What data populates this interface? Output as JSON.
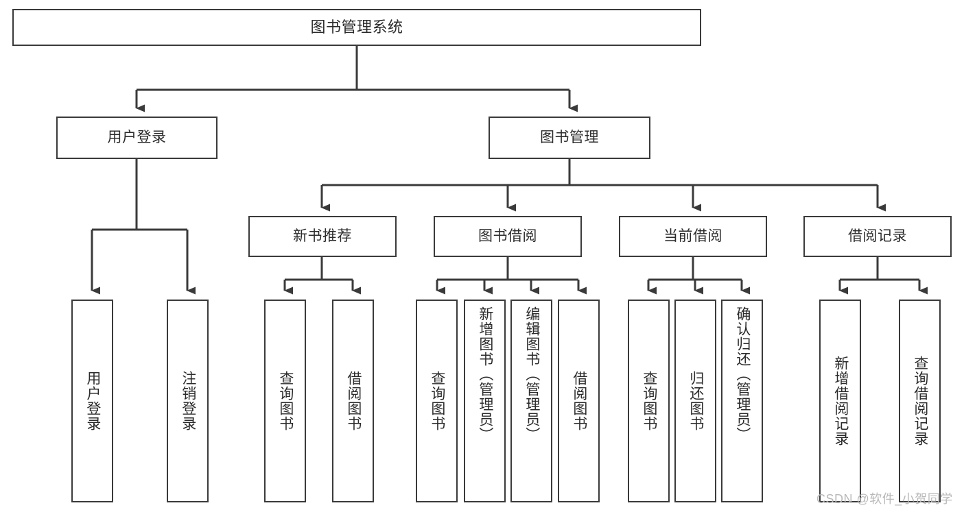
{
  "diagram": {
    "title": "图书管理系统",
    "type": "tree",
    "watermark": "CSDN @软件_小贺同学",
    "colors": {
      "box_border": "#3a3a3a",
      "box_fill": "#ffffff",
      "connector": "#3a3a3a",
      "text": "#2b2b2b",
      "watermark": "#b9b9b9",
      "background": "#ffffff"
    },
    "levels": {
      "root": "图书管理系统",
      "level2": [
        "用户登录",
        "图书管理"
      ],
      "level3": [
        "新书推荐",
        "图书借阅",
        "当前借阅",
        "借阅记录"
      ]
    },
    "nodes": {
      "root": {
        "label": "图书管理系统"
      },
      "user_login": {
        "label": "用户登录"
      },
      "book_manage": {
        "label": "图书管理"
      },
      "new_book_rec": {
        "label": "新书推荐"
      },
      "book_borrow": {
        "label": "图书借阅"
      },
      "current_borrow": {
        "label": "当前借阅"
      },
      "borrow_record": {
        "label": "借阅记录"
      }
    },
    "leaves": {
      "user_login": [
        {
          "label": "用户登录"
        },
        {
          "label": "注销登录"
        }
      ],
      "new_book_rec": [
        {
          "label": "查询图书"
        },
        {
          "label": "借阅图书"
        }
      ],
      "book_borrow": [
        {
          "label": "查询图书"
        },
        {
          "label": "新增图书（管理员）"
        },
        {
          "label": "编辑图书（管理员）"
        },
        {
          "label": "借阅图书"
        }
      ],
      "current_borrow": [
        {
          "label": "查询图书"
        },
        {
          "label": "归还图书"
        },
        {
          "label": "确认归还（管理员）"
        }
      ],
      "borrow_record": [
        {
          "label": "新增借阅记录"
        },
        {
          "label": "查询借阅记录"
        }
      ]
    }
  }
}
